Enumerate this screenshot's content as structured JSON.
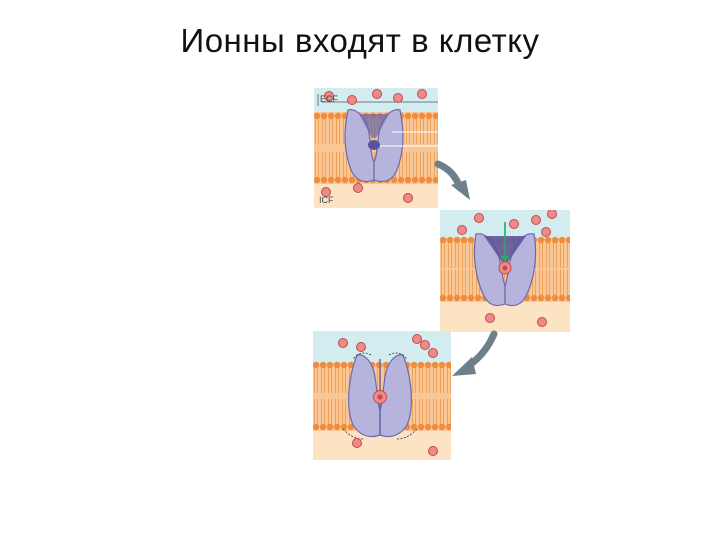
{
  "slide": {
    "title": "Ионны входят в клетку"
  },
  "diagram": {
    "labels": {
      "ecf": "ECF",
      "icf": "ICF"
    },
    "colors": {
      "ecf": "#d3ecef",
      "icf": "#fbe3c3",
      "lipid_head": "#ef8c3e",
      "lipid_tail": "#efa35a",
      "membrane_bg": "#f8c795",
      "channel_fill": "#b6b3dc",
      "channel_stroke": "#6d69ad",
      "channel_dark": "#57539e",
      "ion_fill": "#ee8a8a",
      "ion_stroke": "#c24a4a",
      "arrow": "#6f7f8a"
    },
    "panels": [
      {
        "name": "panel-closed",
        "ion_in_pore": false
      },
      {
        "name": "panel-ion-entering",
        "ion_in_pore": true
      },
      {
        "name": "panel-ion-passing",
        "ion_in_pore": true
      }
    ]
  }
}
